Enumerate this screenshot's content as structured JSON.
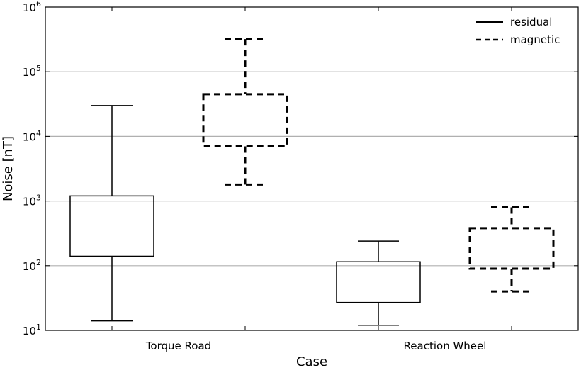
{
  "chart_data": {
    "type": "boxplot",
    "xlabel": "Case",
    "ylabel": "Noise [nT]",
    "yscale": "log",
    "ylim": [
      10,
      1000000
    ],
    "y_ticks": [
      {
        "value": 10,
        "label": "10",
        "exp": "1"
      },
      {
        "value": 100,
        "label": "10",
        "exp": "2"
      },
      {
        "value": 1000,
        "label": "10",
        "exp": "3"
      },
      {
        "value": 10000,
        "label": "10",
        "exp": "4"
      },
      {
        "value": 100000,
        "label": "10",
        "exp": "5"
      },
      {
        "value": 1000000,
        "label": "10",
        "exp": "6"
      }
    ],
    "grid": "horizontal",
    "legend_position": "top-right",
    "categories": [
      "Torque Road",
      "Reaction Wheel"
    ],
    "series": [
      {
        "name": "residual",
        "line_style": "solid",
        "boxes": [
          {
            "category": "Torque Road",
            "whisker_low": 14,
            "q1": 140,
            "q3": 1200,
            "whisker_high": 30000
          },
          {
            "category": "Reaction Wheel",
            "whisker_low": 12,
            "q1": 27,
            "q3": 115,
            "whisker_high": 240
          }
        ]
      },
      {
        "name": "magnetic",
        "line_style": "dashed",
        "boxes": [
          {
            "category": "Torque Road",
            "whisker_low": 1800,
            "q1": 7000,
            "q3": 45000,
            "whisker_high": 320000
          },
          {
            "category": "Reaction Wheel",
            "whisker_low": 40,
            "q1": 90,
            "q3": 380,
            "whisker_high": 800
          }
        ]
      }
    ]
  }
}
